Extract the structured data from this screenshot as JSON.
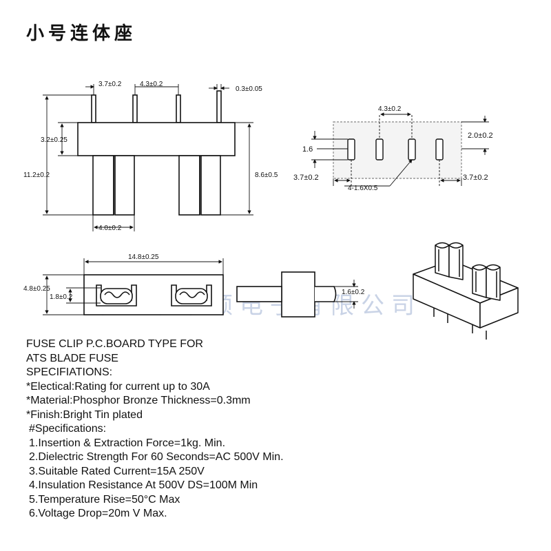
{
  "title": "小号连体座",
  "dims": {
    "pin_spacing_a": "3.7±0.2",
    "pin_spacing_b": "4.3±0.2",
    "thickness": "0.3±0.05",
    "body_height": "3.2±0.25",
    "overall_height": "11.2±0.2",
    "clip_height": "8.6±0.5",
    "clip_width": "4.0±0.2",
    "top_spacing": "4.3±0.2",
    "top_height": "2.0±0.2",
    "slot": "1.6",
    "left_margin": "3.7±0.2",
    "right_margin": "3.7±0.2",
    "holes": "4-1.6X0.5",
    "length": "14.8±0.25",
    "base_height": "4.8±0.25",
    "opening": "1.8±0.2",
    "side_pin": "1.6±0.2"
  },
  "watermark": "深圳市华颀电子有限公司",
  "specs": {
    "heading1": "FUSE CLIP P.C.BOARD TYPE FOR",
    "heading2": "ATS BLADE FUSE",
    "label": "SPECIFIATIONS:",
    "electrical": "*Electical:Rating for current up to 30A",
    "material": "*Material:Phosphor Bronze Thickness=0.3mm",
    "finish": "*Finish:Bright Tin plated",
    "sub_label": "#Specifications:",
    "items": [
      "1.Insertion & Extraction Force=1kg. Min.",
      "2.Dielectric Strength For 60 Seconds=AC 500V Min.",
      "3.Suitable Rated Current=15A 250V",
      "4.Insulation Resistance At 500V DS=100M  Min",
      "5.Temperature Rise=50°C Max",
      "6.Voltage Drop=20m V Max."
    ]
  }
}
